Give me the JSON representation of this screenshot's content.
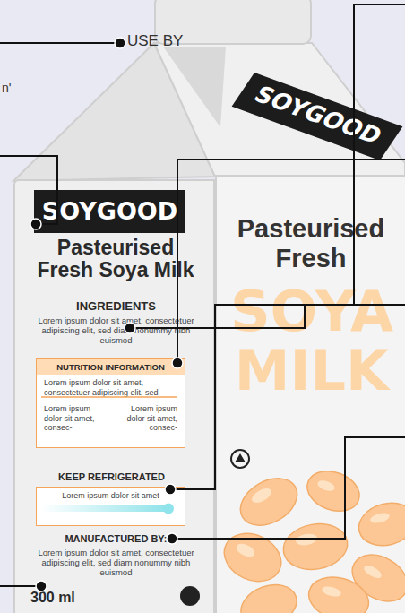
{
  "diagram": {
    "nodes": [
      {
        "text": [
          "USE BY"
        ]
      },
      {
        "text": [
          "SOYGOOD"
        ]
      },
      {
        "text": [
          "Pasteurised Fresh Soya Milk",
          "INGREDIENTS",
          "Lorem ipsum dolor sit amet, consectetuer adipiscing elit, sed diam nonummy nibh euismod",
          "MANUFACTURED BY:",
          "Lorem ipsum dolor sit amet, consectetuer adipiscing elit, sed diam nonummy nibh euismod",
          "300 ml"
        ]
      },
      {
        "text": [
          "SOYGOOD"
        ],
        "in": 2
      },
      {
        "text": [
          "NUTRITION INFORMATION",
          "Lorem ipsum dolor sit amet, consectetuer adipiscing elit, sed",
          "Lorem ipsum dolor sit amet, consec-",
          "Lorem ipsum dolor sit amet, consec-"
        ],
        "in": 2
      },
      {
        "text": [
          "KEEP REFRIGERATED",
          "Lorem ipsum dolor sit amet"
        ],
        "in": 2
      },
      {
        "text": [
          "Pasteurised Fresh",
          "SOYA MILK"
        ]
      }
    ],
    "labels": [
      "n'"
    ]
  }
}
